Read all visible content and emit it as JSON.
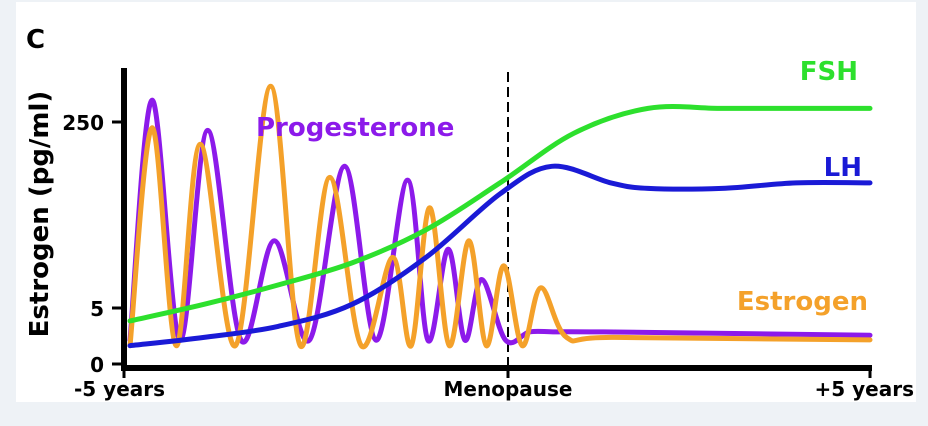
{
  "chart_data": {
    "type": "line",
    "panel_label": "C",
    "ylabel": "Estrogen (pg/ml)",
    "yticks": [
      "250",
      "5",
      "0"
    ],
    "xticks": [
      "-5 years",
      "Menopause",
      "+5 years"
    ],
    "x_range": [
      -5,
      5
    ],
    "marker": {
      "x": 0,
      "label": "Menopause",
      "style": "dashed"
    },
    "series": [
      {
        "name": "FSH",
        "color": "#2de02d",
        "x": [
          -5,
          -4,
          -3,
          -2,
          -1,
          0,
          1,
          2,
          3,
          4,
          5
        ],
        "values": [
          0.12,
          0.18,
          0.25,
          0.33,
          0.45,
          0.62,
          0.8,
          0.89,
          0.89,
          0.89,
          0.89
        ]
      },
      {
        "name": "LH",
        "color": "#1a1ad6",
        "x": [
          -5,
          -4,
          -3,
          -2,
          -1,
          0,
          0.7,
          1.5,
          2,
          3,
          4,
          5
        ],
        "values": [
          0.03,
          0.06,
          0.1,
          0.18,
          0.35,
          0.58,
          0.68,
          0.62,
          0.6,
          0.6,
          0.62,
          0.62
        ]
      },
      {
        "name": "Progesterone",
        "color": "#8c1aea",
        "peaks_x": [
          -4.7,
          -3.95,
          -3.05,
          -2.1,
          -1.25,
          -0.7,
          -0.25,
          0.4
        ],
        "peaks": [
          0.92,
          0.81,
          0.41,
          0.68,
          0.63,
          0.38,
          0.27,
          0.08
        ],
        "baseline_after_menopause": 0.08
      },
      {
        "name": "Estrogen",
        "color": "#f4a12a",
        "peaks_x": [
          -4.7,
          -4.05,
          -3.1,
          -2.3,
          -1.45,
          -0.95,
          -0.42,
          0.05,
          0.55
        ],
        "peaks": [
          0.82,
          0.76,
          0.97,
          0.64,
          0.35,
          0.53,
          0.41,
          0.32,
          0.24
        ],
        "baseline_after_menopause": 0.06
      }
    ]
  }
}
